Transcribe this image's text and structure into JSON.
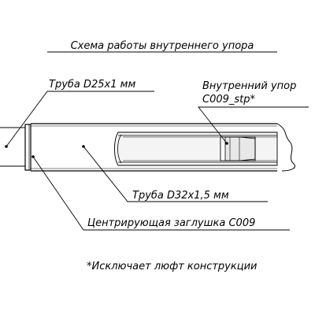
{
  "title": "Схема работы внутреннего упора",
  "labels": {
    "pipe_inner": "Труба D25x1 мм",
    "stop_name": "Внутренний упор",
    "stop_code": "C009_stp*",
    "pipe_outer": "Труба D32x1,5 мм",
    "plug": "Центрирующая заглушка С009"
  },
  "footnote": "*Исключает люфт конструкции",
  "colors": {
    "line": "#000000",
    "background": "#ffffff"
  }
}
